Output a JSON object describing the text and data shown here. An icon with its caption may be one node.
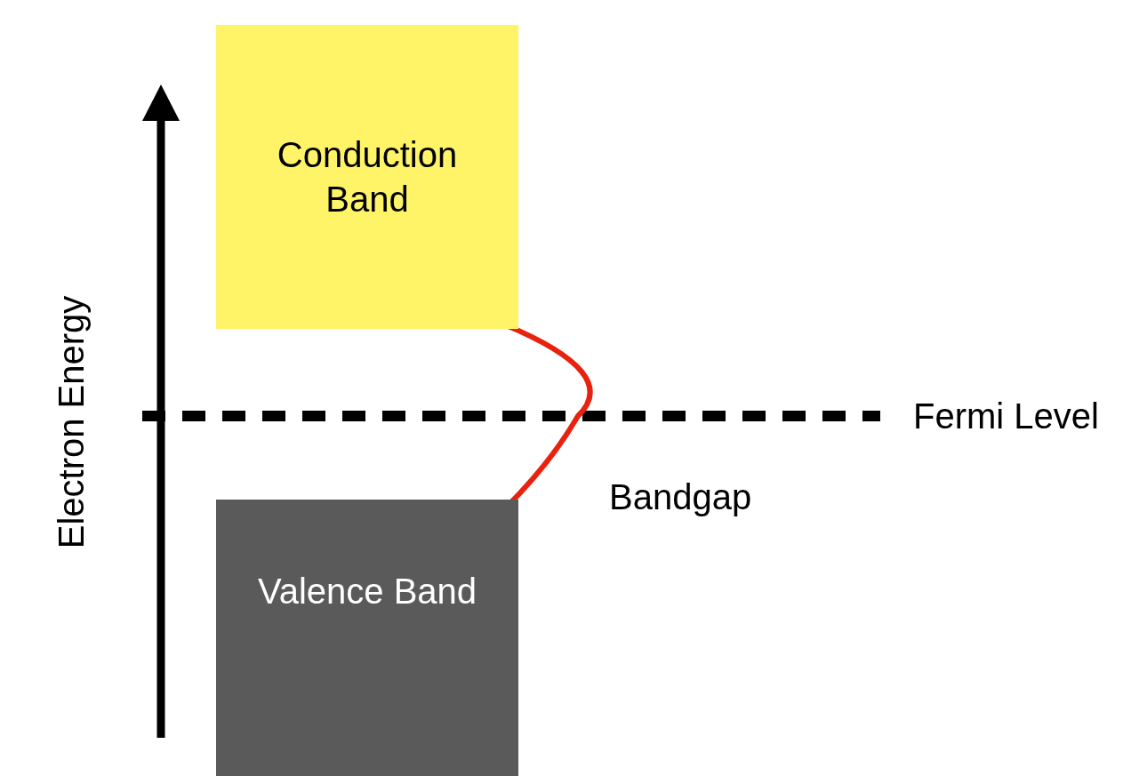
{
  "diagram": {
    "nodes": [
      {
        "text": [
          "Conduction Band"
        ]
      },
      {
        "text": [
          "Valence Band"
        ]
      }
    ],
    "edges": [],
    "labels": [
      "Electron Energy",
      "Fermi Level",
      "Bandgap"
    ]
  }
}
